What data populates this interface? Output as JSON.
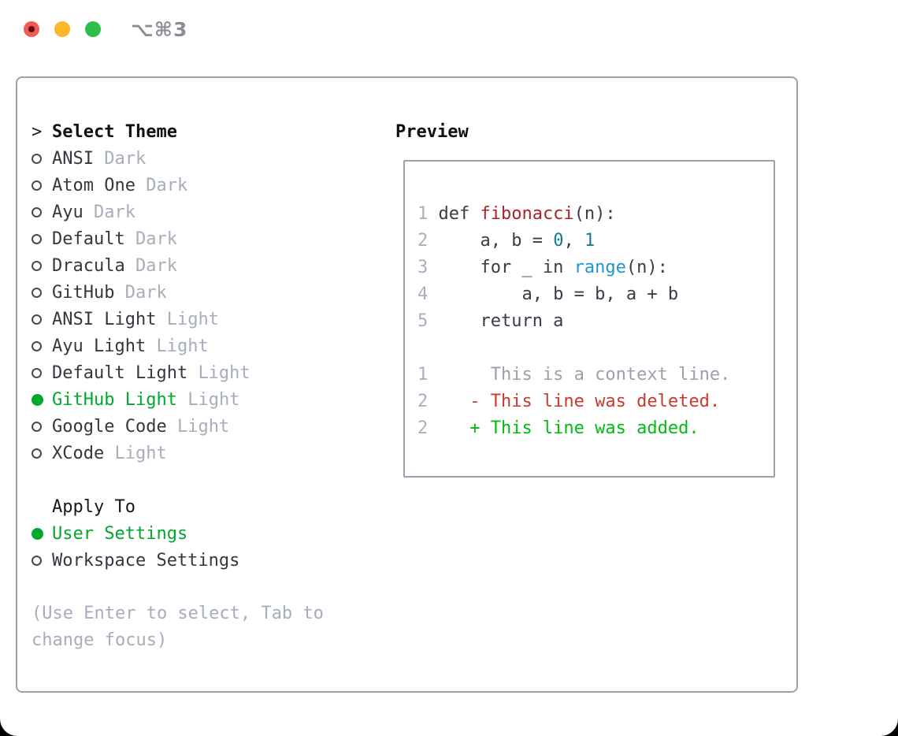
{
  "window": {
    "title": "⌥⌘3"
  },
  "colors": {
    "tl_red": "#ee5d55",
    "tl_red_dot": "#6b0c10",
    "tl_yellow": "#fbb62a",
    "tl_green": "#2fbe47",
    "border": "#99a1ad",
    "muted": "#a6aebb",
    "green": "#00a82d",
    "text_dark": "#383d47",
    "function_red": "#a8232e",
    "number_teal": "#11808d",
    "builtin_blue": "#2196d3",
    "context_gray": "#9aa1ad",
    "deleted_red": "#c93a2c",
    "added_green": "#00bc13",
    "line_number": "#a8b0bf"
  },
  "theme_panel": {
    "prompt": ">",
    "header": "Select Theme",
    "items": [
      {
        "label": "ANSI",
        "variant": "Dark",
        "selected": false
      },
      {
        "label": "Atom One",
        "variant": "Dark",
        "selected": false
      },
      {
        "label": "Ayu",
        "variant": "Dark",
        "selected": false
      },
      {
        "label": "Default",
        "variant": "Dark",
        "selected": false
      },
      {
        "label": "Dracula",
        "variant": "Dark",
        "selected": false
      },
      {
        "label": "GitHub",
        "variant": "Dark",
        "selected": false
      },
      {
        "label": "ANSI Light",
        "variant": "Light",
        "selected": false
      },
      {
        "label": "Ayu Light",
        "variant": "Light",
        "selected": false
      },
      {
        "label": "Default Light",
        "variant": "Light",
        "selected": false
      },
      {
        "label": "GitHub Light",
        "variant": "Light",
        "selected": true
      },
      {
        "label": "Google Code",
        "variant": "Light",
        "selected": false
      },
      {
        "label": "XCode",
        "variant": "Light",
        "selected": false
      }
    ],
    "apply_to": {
      "header": "Apply To",
      "options": [
        {
          "label": "User Settings",
          "selected": true
        },
        {
          "label": "Workspace Settings",
          "selected": false
        }
      ]
    },
    "hint": "(Use Enter to select, Tab to change focus)"
  },
  "preview": {
    "header": "Preview",
    "lines": [
      {
        "num": "1",
        "segments": [
          {
            "text": "def ",
            "style": "plain"
          },
          {
            "text": "fibonacci",
            "style": "function"
          },
          {
            "text": "(n):",
            "style": "plain"
          }
        ]
      },
      {
        "num": "2",
        "segments": [
          {
            "text": "    a, b = ",
            "style": "plain"
          },
          {
            "text": "0",
            "style": "number"
          },
          {
            "text": ", ",
            "style": "plain"
          },
          {
            "text": "1",
            "style": "number"
          }
        ]
      },
      {
        "num": "3",
        "segments": [
          {
            "text": "    for _ in ",
            "style": "plain"
          },
          {
            "text": "range",
            "style": "builtin"
          },
          {
            "text": "(n):",
            "style": "plain"
          }
        ]
      },
      {
        "num": "4",
        "segments": [
          {
            "text": "        a, b = b, a + b",
            "style": "plain"
          }
        ]
      },
      {
        "num": "5",
        "segments": [
          {
            "text": "    return a",
            "style": "plain"
          }
        ]
      },
      {
        "num": "",
        "segments": []
      },
      {
        "num": "1",
        "segments": [
          {
            "text": "     This is a context line.",
            "style": "context"
          }
        ]
      },
      {
        "num": "2",
        "segments": [
          {
            "text": "   - This line was deleted.",
            "style": "deleted"
          }
        ]
      },
      {
        "num": "2",
        "segments": [
          {
            "text": "   + This line was added.",
            "style": "added"
          }
        ]
      }
    ]
  }
}
